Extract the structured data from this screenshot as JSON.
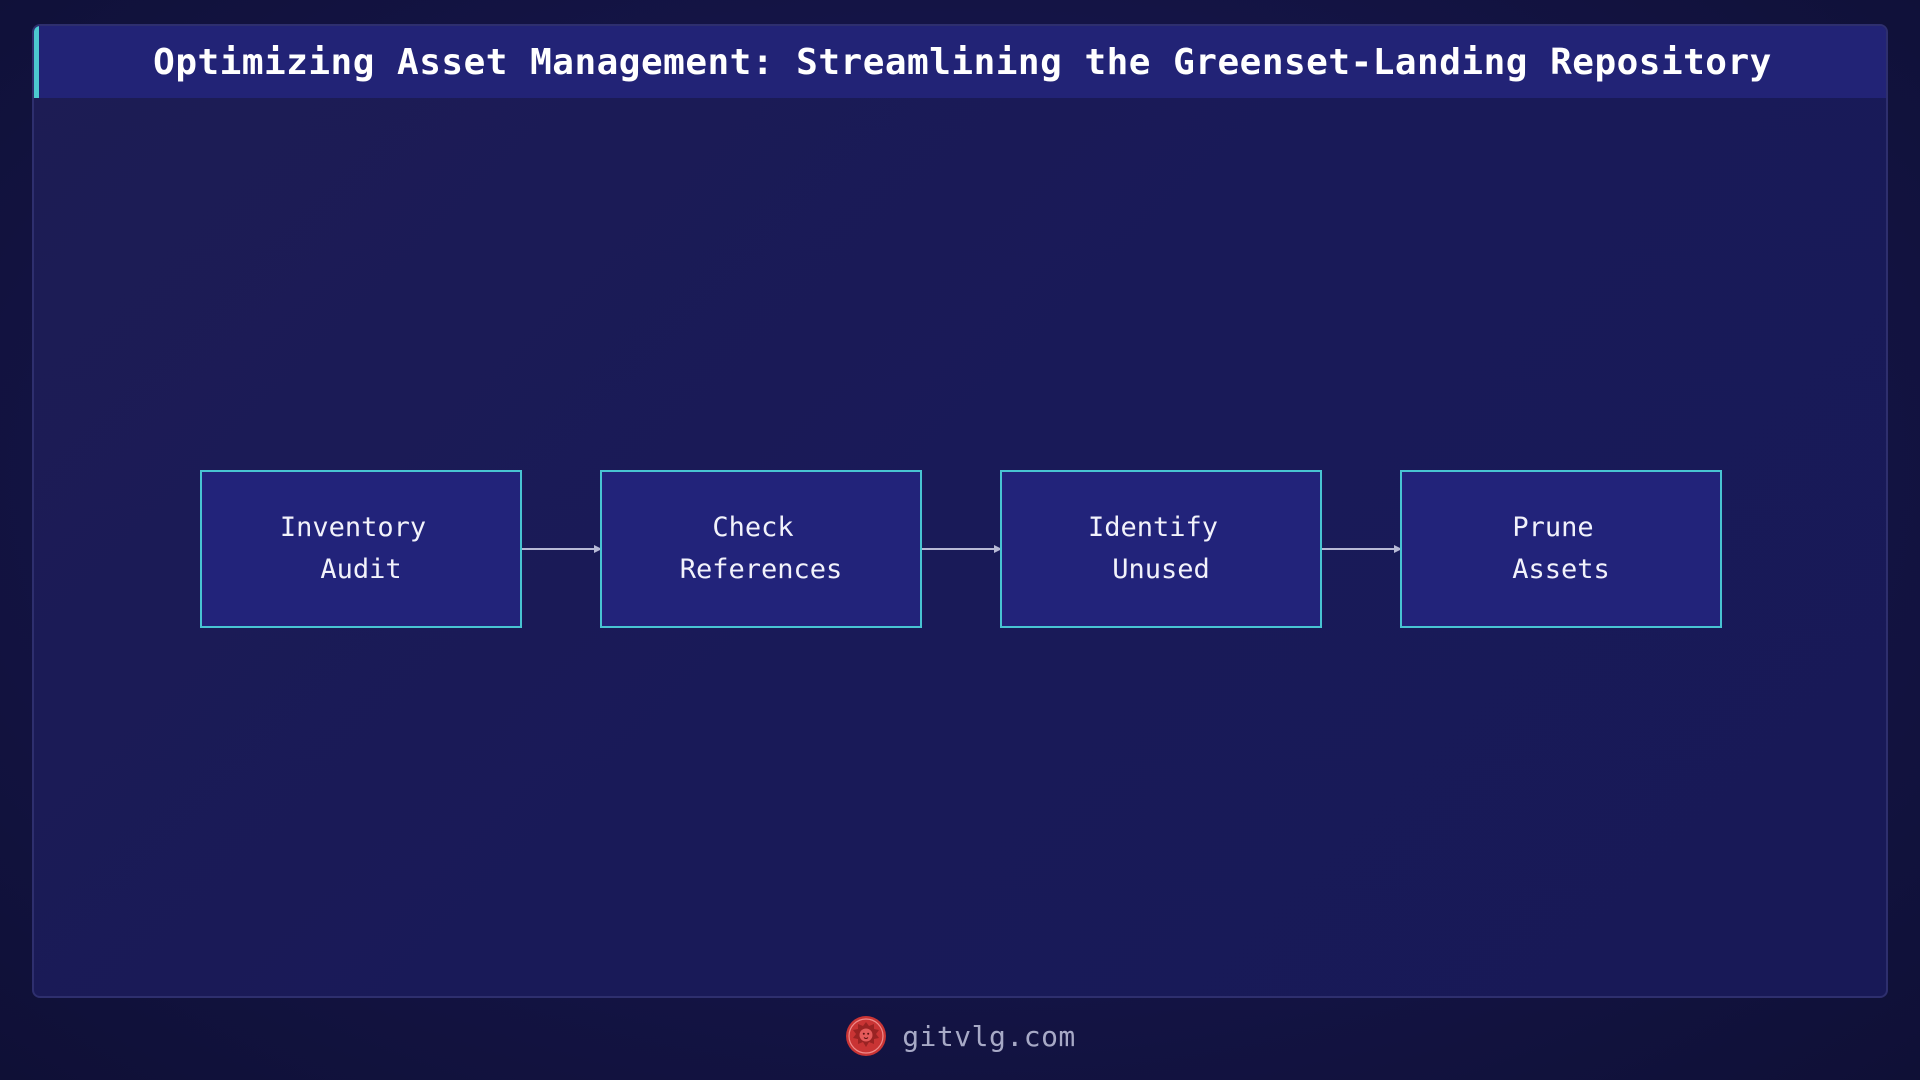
{
  "title": "Optimizing Asset Management: Streamlining the Greenset-Landing Repository",
  "steps": [
    {
      "line1": "Inventory",
      "line2": "Audit"
    },
    {
      "line1": "Check",
      "line2": "References"
    },
    {
      "line1": "Identify",
      "line2": "Unused"
    },
    {
      "line1": "Prune",
      "line2": "Assets"
    }
  ],
  "footer": {
    "site": "gitvlg.com",
    "logo_icon": "lion-emblem-icon"
  },
  "colors": {
    "accent": "#48c4d2",
    "box_fill": "#22237a",
    "title_bar": "#222376",
    "arrow": "#b8bad6",
    "logo": "#d93a3a"
  }
}
